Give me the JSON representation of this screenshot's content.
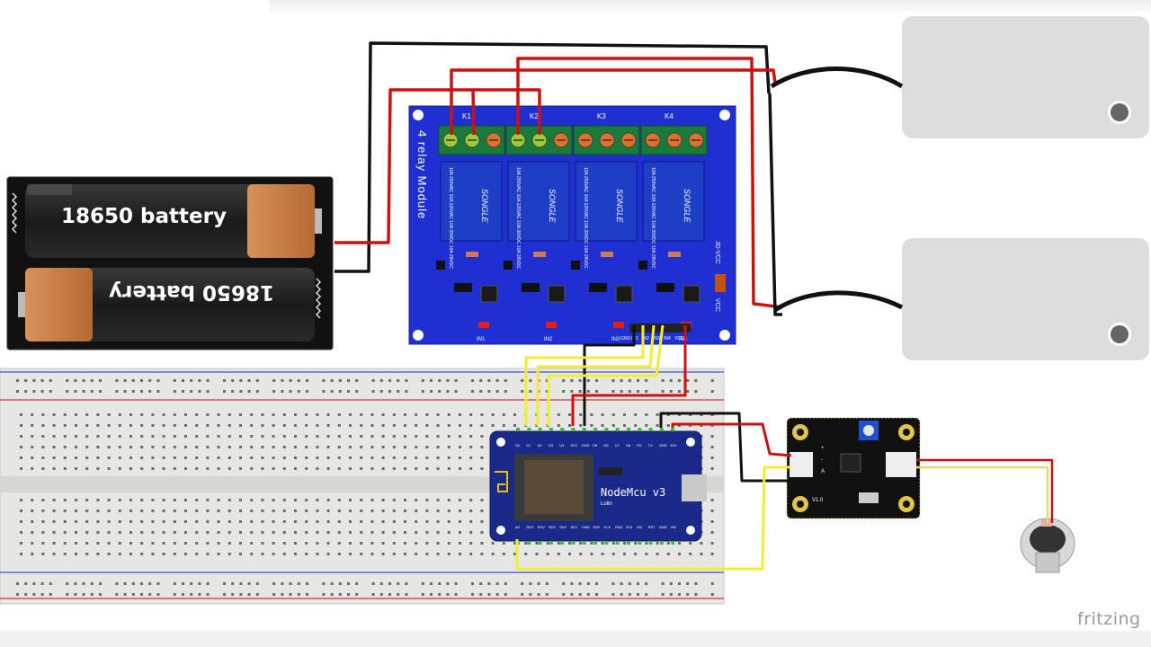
{
  "battery": {
    "cell_top_label": "18650 battery",
    "cell_bottom_label": "18650 battery"
  },
  "relay_module": {
    "title": "4 relay Module",
    "channels": [
      "K1",
      "K2",
      "K3",
      "K4"
    ],
    "relay_brand": "SONGLE",
    "relay_rating": "10A 250VAC  10A 125VAC  10A 30VDC  10A 28VDC",
    "inputs": [
      "IN1",
      "IN2",
      "IN3",
      "IN4"
    ],
    "header_pins": [
      "GND",
      "IN1",
      "IN2",
      "IN3",
      "IN4",
      "VCC"
    ],
    "side_labels": [
      "JD-VCC",
      "VCC"
    ]
  },
  "mcu": {
    "name": "NodeMcu  v3",
    "sub": "Lolin",
    "top_pins": [
      "D0",
      "D1",
      "D2",
      "D3",
      "D4",
      "3V3",
      "GND",
      "D5",
      "D6",
      "D7",
      "D8",
      "RX",
      "TX",
      "GND",
      "3V3"
    ],
    "bottom_pins": [
      "A0",
      "RSV",
      "RSV",
      "SD3",
      "SD2",
      "SD1",
      "CMD",
      "SD0",
      "CLK",
      "GND",
      "3V3",
      "EN",
      "RST",
      "GND",
      "VIN"
    ]
  },
  "sensor": {
    "pin_labels": [
      "+",
      "-",
      "A"
    ],
    "side_text": "V1.0"
  },
  "watermark": "fritzing",
  "colors": {
    "relay_board": "#1f2fd1",
    "wire_red": "#cc1111",
    "wire_black": "#111111",
    "wire_yellow": "#f2ee2e",
    "breadboard": "#e8e8e6",
    "mcu_board": "#1b2a8a"
  }
}
